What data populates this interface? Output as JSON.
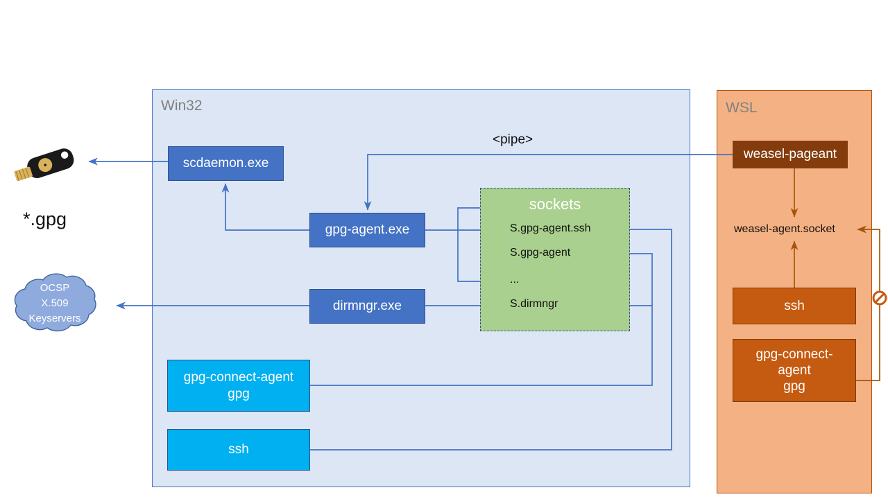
{
  "diagram": {
    "title_win32": "Win32",
    "title_wsl": "WSL",
    "pipe_label": "<pipe>",
    "gpg_files_label": "*.gpg",
    "weasel_socket_label": "weasel-agent.socket",
    "sockets": {
      "title": "sockets",
      "items": [
        {
          "label": "S.gpg-agent.ssh"
        },
        {
          "label": "S.gpg-agent"
        },
        {
          "label": "..."
        },
        {
          "label": "S.dirmngr"
        }
      ]
    },
    "win32_processes": [
      {
        "id": "scdaemon",
        "label": "scdaemon.exe",
        "color": "#4472C4"
      },
      {
        "id": "gpg-agent",
        "label": "gpg-agent.exe",
        "color": "#4472C4"
      },
      {
        "id": "dirmngr",
        "label": "dirmngr.exe",
        "color": "#4472C4"
      }
    ],
    "win32_clients": [
      {
        "id": "gpg-connect-agent-win",
        "line1": "gpg-connect-agent",
        "line2": "gpg",
        "color": "#00B0F0"
      },
      {
        "id": "ssh-win",
        "line1": "ssh",
        "line2": "",
        "color": "#00B0F0"
      }
    ],
    "wsl_processes": [
      {
        "id": "weasel-pageant",
        "label": "weasel-pageant",
        "color": "#843C0C"
      },
      {
        "id": "wsl-ssh",
        "label": "ssh",
        "color": "#C55A11"
      }
    ],
    "wsl_clients": [
      {
        "id": "wsl-gpg-connect",
        "line1": "gpg-connect-",
        "line2": "agent",
        "line3": "gpg",
        "color": "#C55A11"
      }
    ],
    "cloud": {
      "line1": "OCSP",
      "line2": "X.509",
      "line3": "Keyservers",
      "fill": "#8FAADC",
      "stroke": "#4472C4"
    },
    "hardware_token": {
      "name": "yubikey-icon",
      "body_color": "#1A1A1A",
      "contact_color": "#D9B25A"
    },
    "blocked_marker": {
      "name": "no-entry-icon",
      "color": "#C55A11"
    },
    "colors": {
      "win32_panel_fill": "#DCE6F5",
      "win32_panel_border": "#4472C4",
      "wsl_panel_fill": "#F4B183",
      "wsl_panel_border": "#B4540A",
      "sockets_fill": "#A9D08E",
      "sockets_border": "#2F528F",
      "wire_blue": "#4472C4",
      "wire_brown": "#A6540B",
      "panel_title_text": "#808080"
    }
  }
}
